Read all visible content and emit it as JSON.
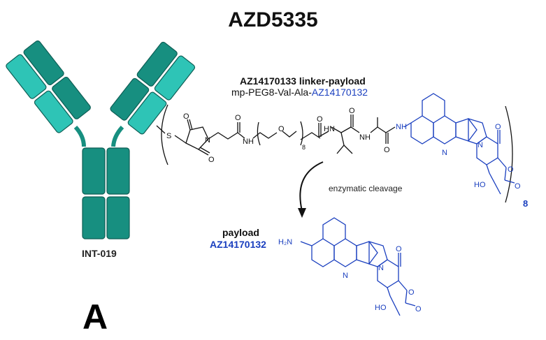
{
  "title": "AZD5335",
  "linker_payload": {
    "heading": "AZ14170133 linker-payload",
    "subtitle_prefix": "mp-PEG8-Val-Ala-",
    "subtitle_payload": "AZ14170132"
  },
  "cleavage_label": "enzymatic cleavage",
  "payload": {
    "heading": "payload",
    "name": "AZ14170132"
  },
  "antibody_label": "INT-019",
  "panel_label": "A",
  "dar_subscript": "8",
  "peg_subscript": "8",
  "atoms": {
    "S": "S",
    "N": "N",
    "O": "O",
    "NH": "NH",
    "HN": "HN",
    "HO": "HO",
    "H2N": "H₂N"
  },
  "colors": {
    "antibody_light": "#2ec4b6",
    "antibody_dark": "#178f80",
    "antibody_stroke": "#0e5e55",
    "payload_blue": "#1a3fbf",
    "bond_black": "#111111"
  }
}
